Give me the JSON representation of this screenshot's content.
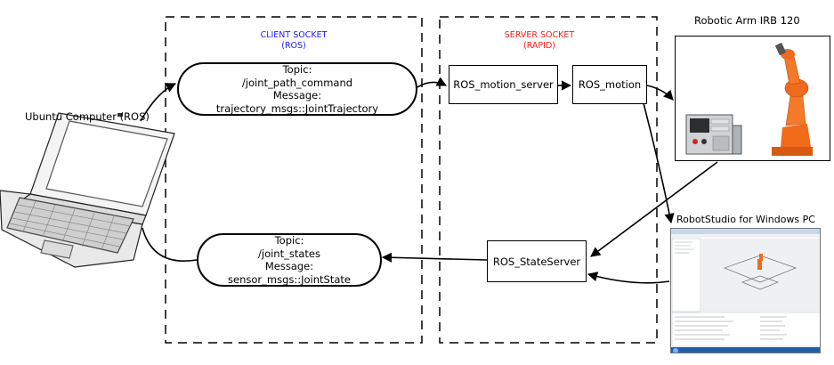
{
  "client_socket": {
    "title": "CLIENT SOCKET",
    "subtitle": "(ROS)",
    "color": "#1a1aff"
  },
  "server_socket": {
    "title": "SERVER SOCKET",
    "subtitle": "(RAPID)",
    "color": "#ff1a1a"
  },
  "ubuntu_label": "Ubuntu Computer (ROS)",
  "topic_command": {
    "line1": "Topic:",
    "line2": "/joint_path_command",
    "line3": "Message:",
    "line4": "trajectory_msgs::JointTrajectory"
  },
  "topic_states": {
    "line1": "Topic:",
    "line2": "/joint_states",
    "line3": "Message:",
    "line4": "sensor_msgs::JointState"
  },
  "boxes": {
    "motion_server": "ROS_motion_server",
    "motion": "ROS_motion",
    "state_server": "ROS_StateServer"
  },
  "robot_arm_label": "Robotic Arm IRB 120",
  "robotstudio_label": "RobotStudio for Windows PC",
  "colors": {
    "robot_orange": "#f06a1a",
    "taskbar_blue": "#1f5fa8"
  }
}
